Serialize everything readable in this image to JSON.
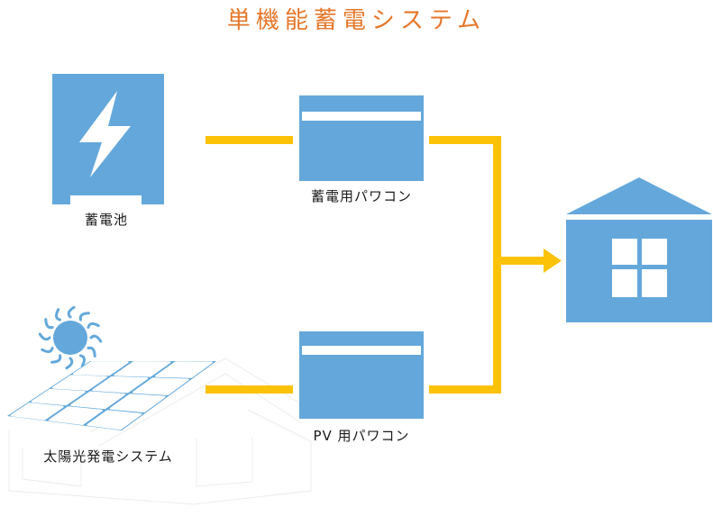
{
  "title": "単機能蓄電システム",
  "colors": {
    "title": "#E5772B",
    "device_blue": "#64A8DB",
    "connector_yellow": "#FBC207",
    "label_text": "#1a1a1a",
    "faint_outline": "#EEEEEE"
  },
  "nodes": {
    "battery": {
      "label": "蓄電池",
      "icon": "lightning-bolt-icon"
    },
    "battery_inverter": {
      "label": "蓄電用パワコン",
      "icon": "power-conditioner-icon"
    },
    "solar": {
      "label": "太陽光発電システム",
      "icon": "solar-panel-icon"
    },
    "pv_inverter": {
      "label": "PV 用パワコン",
      "icon": "power-conditioner-icon"
    },
    "house": {
      "label": "",
      "icon": "house-icon"
    }
  },
  "edges": [
    {
      "from": "battery",
      "to": "battery_inverter"
    },
    {
      "from": "solar",
      "to": "pv_inverter"
    },
    {
      "from": "battery_inverter",
      "to": "house"
    },
    {
      "from": "pv_inverter",
      "to": "house"
    }
  ]
}
